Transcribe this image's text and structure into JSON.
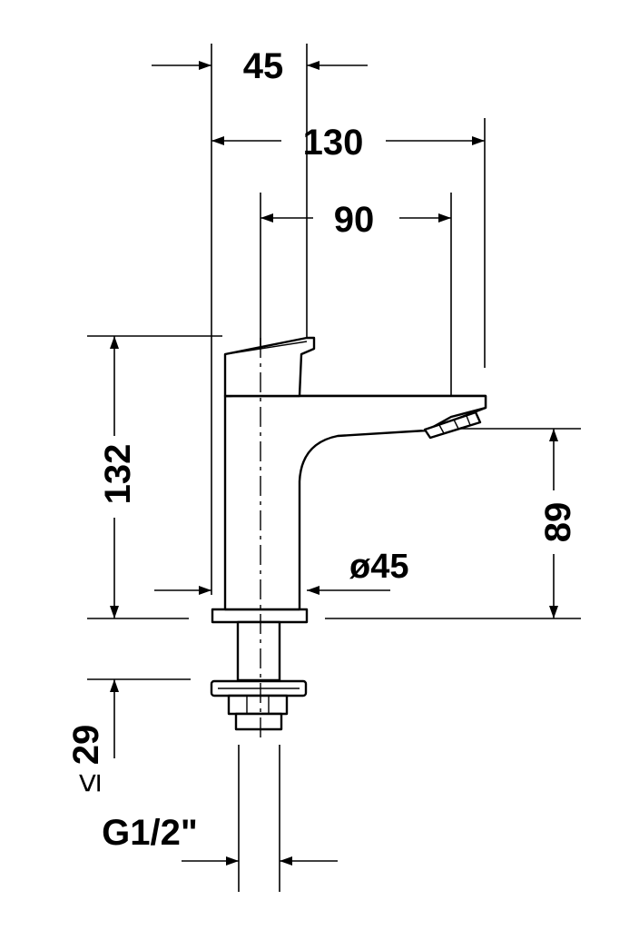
{
  "dimensions": {
    "body_width": "45",
    "total_depth": "130",
    "spout_reach": "90",
    "total_height": "132",
    "spout_height": "89",
    "body_diameter": "ø45",
    "thread_length": "29",
    "thread_length_symbol": "≤",
    "thread_size": "G1/2\""
  }
}
